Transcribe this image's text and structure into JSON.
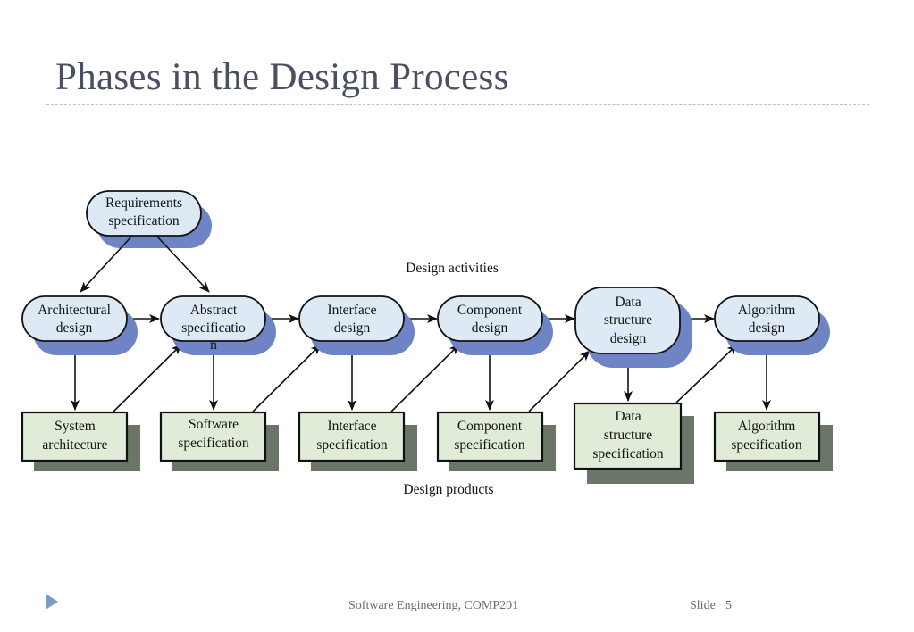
{
  "slide": {
    "title": "Phases in the Design Process"
  },
  "diagram": {
    "requirements": [
      "Requirements",
      "specification"
    ],
    "activities_label": "Design activities",
    "products_label": "Design products",
    "activities": [
      {
        "id": "architectural",
        "lines": [
          "Architectural",
          "design"
        ]
      },
      {
        "id": "abstract",
        "lines": [
          "Abstract",
          "specificatio",
          "n"
        ]
      },
      {
        "id": "interface",
        "lines": [
          "Interface",
          "design"
        ]
      },
      {
        "id": "component",
        "lines": [
          "Component",
          "design"
        ]
      },
      {
        "id": "data-structure",
        "lines": [
          "Data",
          "structure",
          "design"
        ]
      },
      {
        "id": "algorithm",
        "lines": [
          "Algorithm",
          "design"
        ]
      }
    ],
    "products": [
      {
        "id": "system-architecture",
        "lines": [
          "System",
          "architecture"
        ]
      },
      {
        "id": "software-specification",
        "lines": [
          "Software",
          "specification"
        ]
      },
      {
        "id": "interface-specification",
        "lines": [
          "Interface",
          "specification"
        ]
      },
      {
        "id": "component-specification",
        "lines": [
          "Component",
          "specification"
        ]
      },
      {
        "id": "data-structure-specification",
        "lines": [
          "Data",
          "structure",
          "specification"
        ]
      },
      {
        "id": "algorithm-specification",
        "lines": [
          "Algorithm",
          "specification"
        ]
      }
    ],
    "colors": {
      "activity_fill": "#dde9f4",
      "activity_shadow": "#6f84c4",
      "product_fill": "#e1ecd8",
      "product_shadow": "#6c7668",
      "stroke": "#111111"
    }
  },
  "footer": {
    "course": "Software Engineering, COMP201",
    "slide_label": "Slide",
    "slide_number": "5"
  }
}
